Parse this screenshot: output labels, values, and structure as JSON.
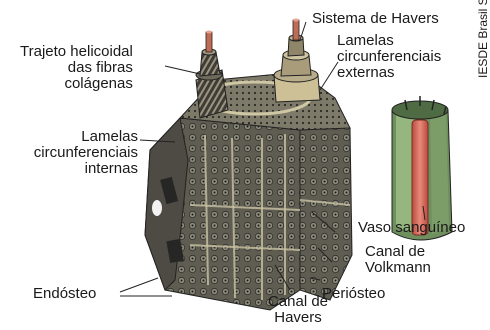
{
  "labels": {
    "helicoidal": [
      "Trajeto helicoidal",
      "das fibras",
      "colágenas"
    ],
    "havers_system": "Sistema de Havers",
    "lamelas_externas": [
      "Lamelas",
      "circunferenciais",
      "externas"
    ],
    "lamelas_internas": [
      "Lamelas",
      "circunferenciais",
      "internas"
    ],
    "vaso": "Vaso sanguíneo",
    "volkmann": [
      "Canal de",
      "Volkmann"
    ],
    "periosteo": "Periósteo",
    "endosteo": "Endósteo",
    "canal_havers": [
      "Canal de",
      "Havers"
    ]
  },
  "credit": "IESDE Brasil S.A.",
  "colors": {
    "bone_face": "#6e6b5e",
    "bone_dark": "#3a3a36",
    "bone_light": "#a9a795",
    "lamella_tan": "#b8ac8a",
    "vessel_red": "#d4675a",
    "vessel_green": "#8fb07a"
  }
}
